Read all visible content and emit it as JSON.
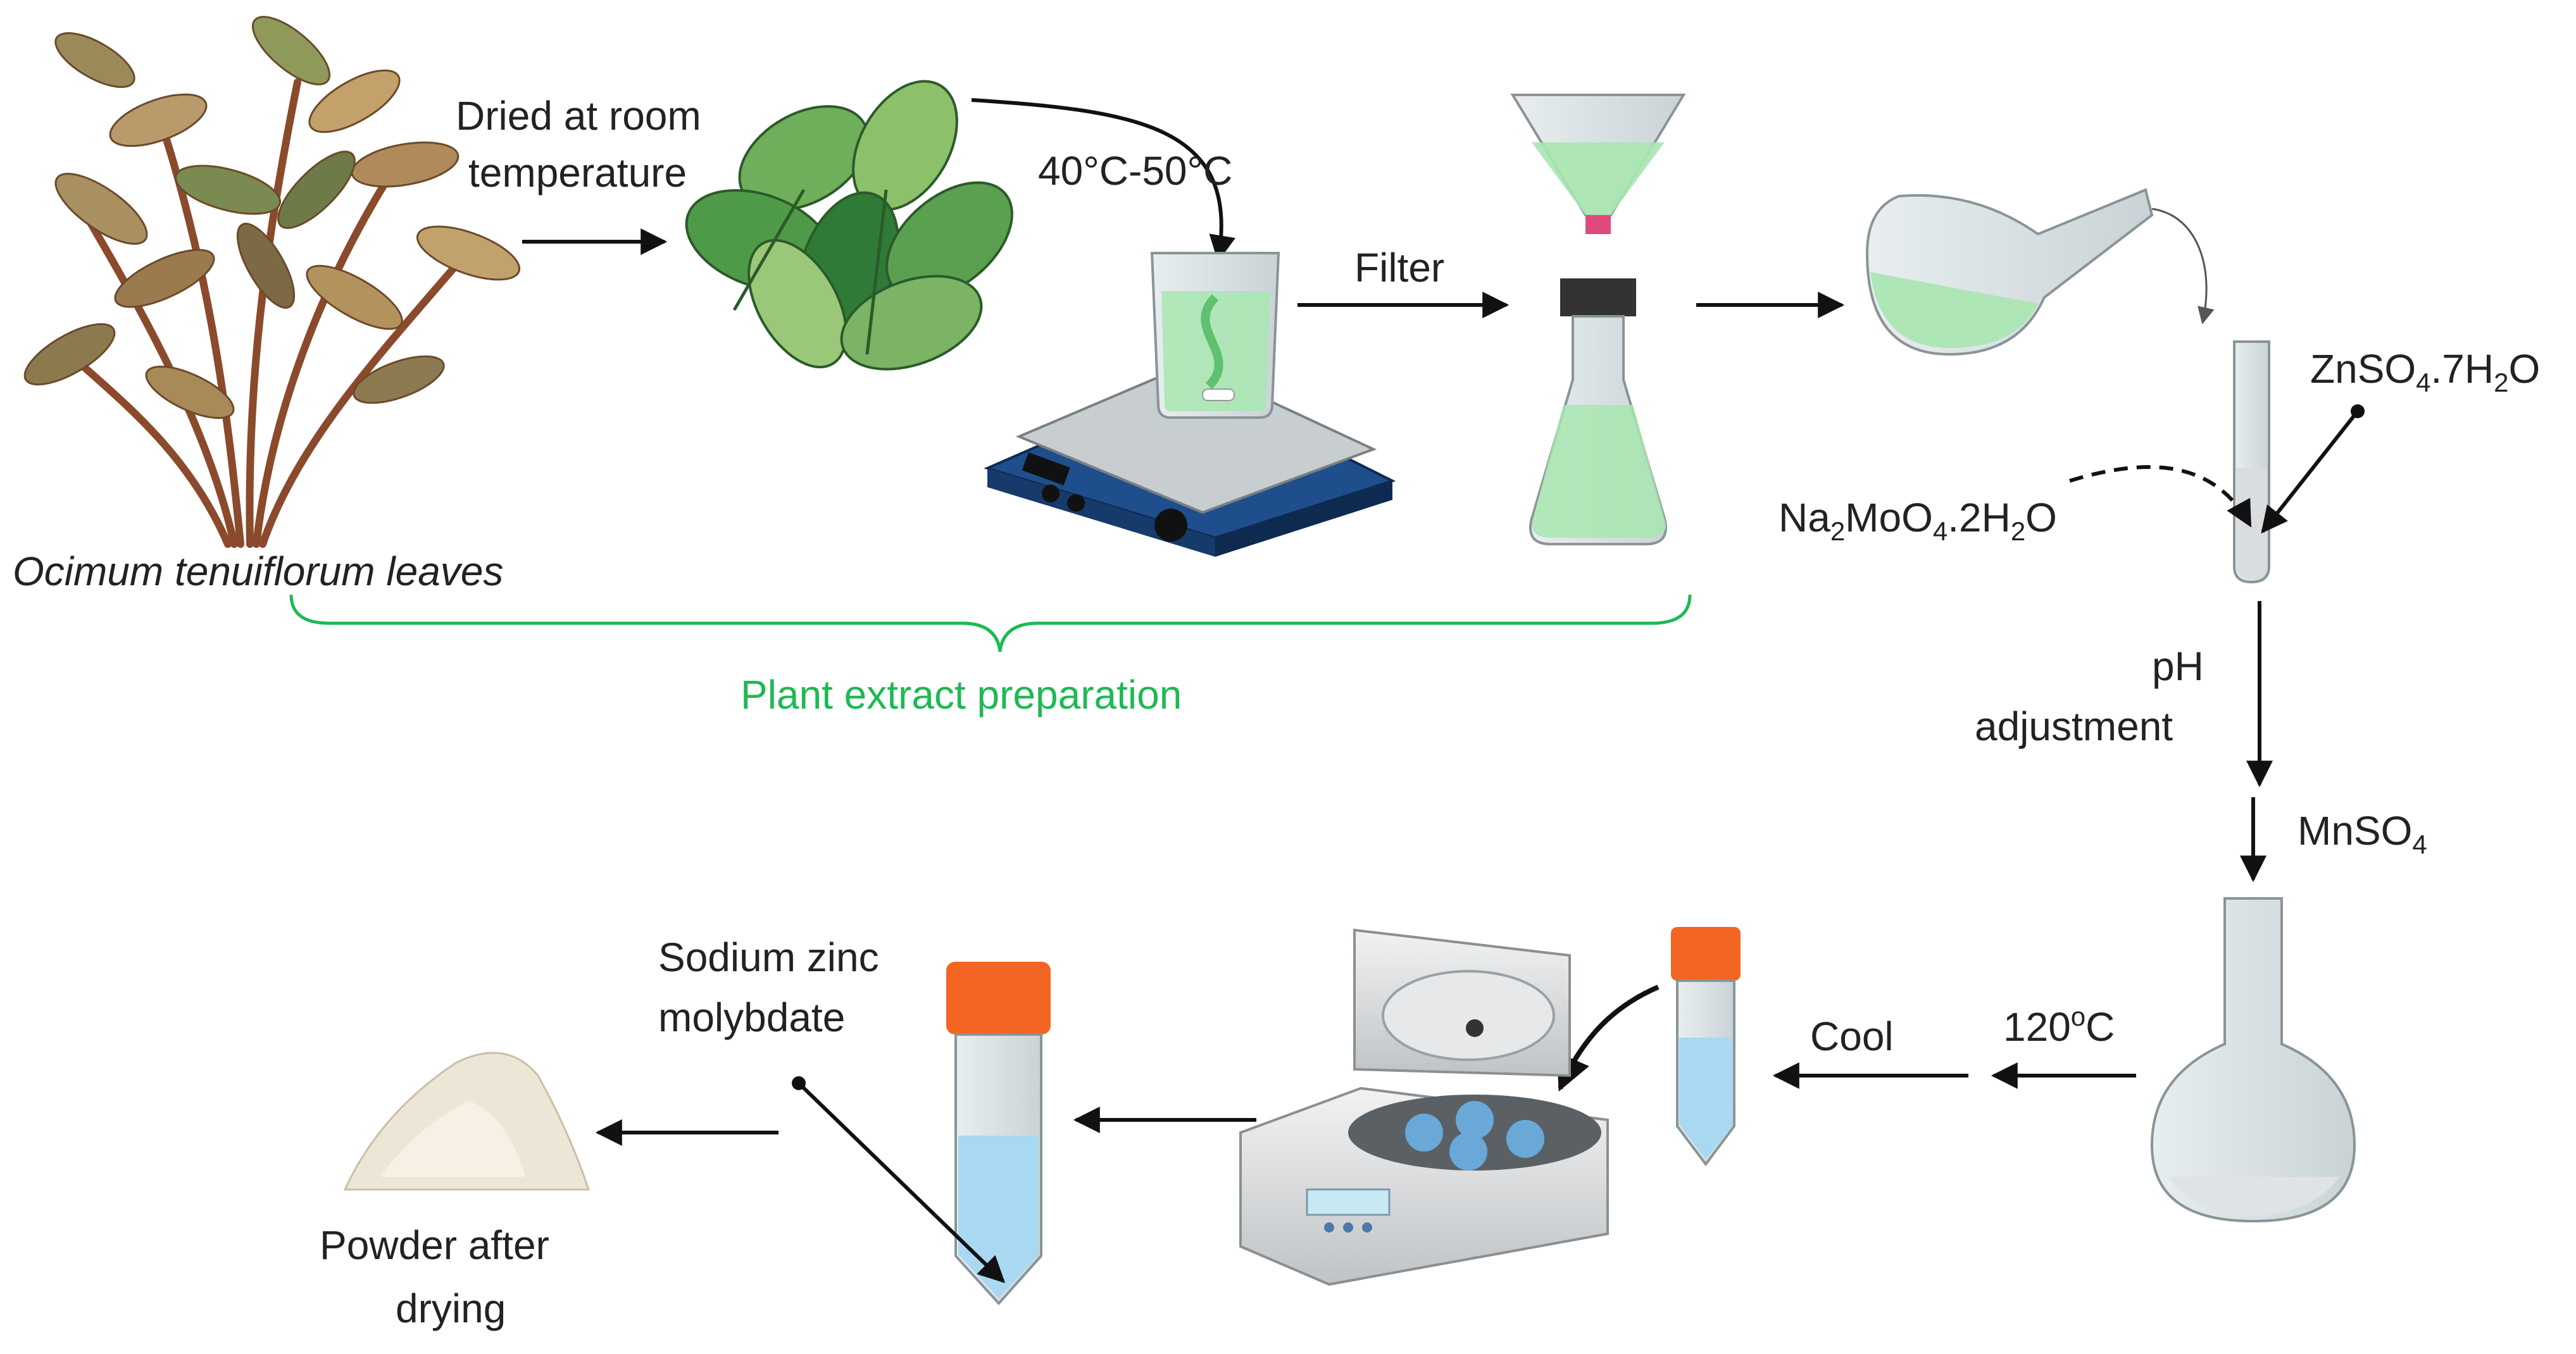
{
  "labels": {
    "plant": "Ocimum tenuiflorum leaves",
    "dried_line1": "Dried at room",
    "dried_line2": "temperature",
    "temp_range": "40°C-50°C",
    "filter": "Filter",
    "plant_extract": "Plant extract preparation",
    "zinc_base": "ZnSO",
    "zinc_sub1": "4",
    "zinc_mid": ".7H",
    "zinc_sub2": "2",
    "zinc_end": "O",
    "moly_na": "Na",
    "moly_sub1": "2",
    "moly_mid": "MoO",
    "moly_sub2": "4",
    "moly_dot": ".2H",
    "moly_sub3": "2",
    "moly_end": "O",
    "ph_line1": "pH",
    "ph_line2": "adjustment",
    "mn_base": "MnSO",
    "mn_sub": "4",
    "heat_temp": "120",
    "heat_deg": "o",
    "heat_unit": "C",
    "cool": "Cool",
    "product_line1": "Sodium zinc",
    "product_line2": "molybdate",
    "powder_line1": "Powder after",
    "powder_line2": "drying"
  },
  "colors": {
    "accent_green": "#1db954",
    "solution_green": "#a8e6b0",
    "liquid_blue": "#a9d8f2",
    "cap_orange": "#f26522",
    "stirrer_blue": "#1f4e8c",
    "arrow": "#111111"
  }
}
